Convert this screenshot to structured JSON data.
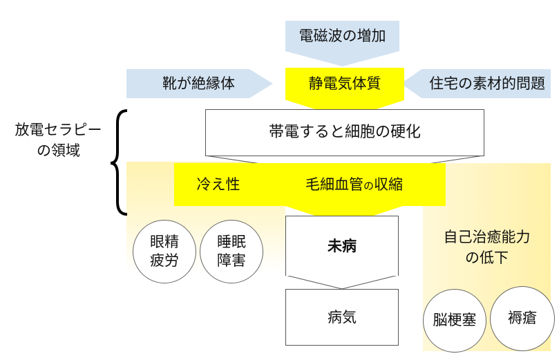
{
  "top_factor": "電磁波の増加",
  "left_factor": "靴が絶縁体",
  "right_factor": "住宅の素材的問題",
  "center_factor": "静電気体質",
  "charging": "帯電すると細胞の硬化",
  "vasoconstriction": "毛細血管の収縮",
  "vasoconstriction_parts": [
    "毛細血管",
    "の",
    "収縮"
  ],
  "cold": "冷え性",
  "discharge_therapy_label": "放電セラピー\nの領域",
  "pre_disease": "未病",
  "disease": "病気",
  "self_healing": "自己治癒能力\nの低下",
  "left_conditions": [
    "眼精\n疲労",
    "睡眠\n障害"
  ],
  "right_conditions": [
    "脳梗塞",
    "褥瘡"
  ],
  "colors": {
    "factor_blue": "#d3e3f2",
    "highlight_yellow": "#ffff00",
    "soft_yellow": "#fff6c4"
  }
}
